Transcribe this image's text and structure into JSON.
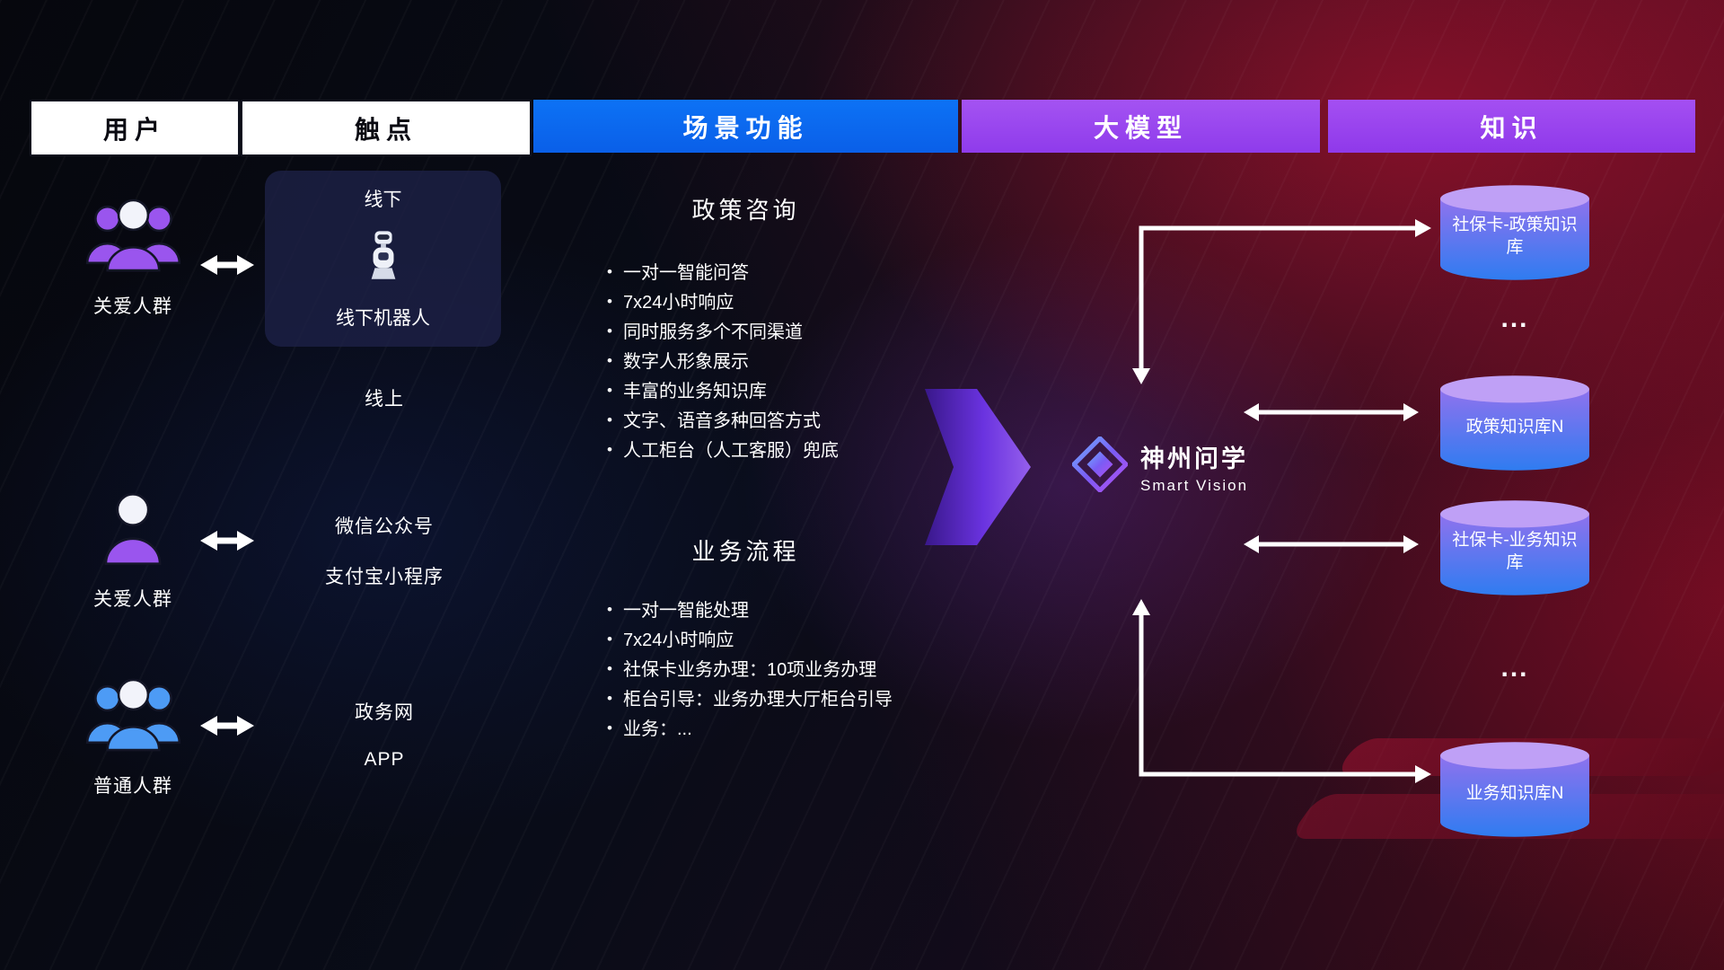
{
  "colors": {
    "scene_header": "#0b6cf4",
    "model_header": "#9d4cf0",
    "knowledge_header": "#9d4cf0",
    "cylinder_top": "#bfa0f6",
    "cylinder_body_top": "#8f72ee",
    "cylinder_body_bottom": "#2f7cf0",
    "arrow_purple": "#7a3ff0",
    "background_red": "#8f0f26"
  },
  "header": {
    "columns": [
      {
        "label": "用户"
      },
      {
        "label": "触点"
      },
      {
        "label": "场景功能"
      },
      {
        "label": "大模型"
      },
      {
        "label": "知识"
      }
    ]
  },
  "users": [
    {
      "label": "关爱人群"
    },
    {
      "label": "关爱人群"
    },
    {
      "label": "普通人群"
    }
  ],
  "touchpoints": {
    "offline": {
      "title": "线下",
      "caption": "线下机器人"
    },
    "online_label": "线上",
    "wechat": "微信公众号",
    "alipay": "支付宝小程序",
    "gov": "政务网",
    "app": "APP"
  },
  "scene": {
    "sections": [
      {
        "title": "政策咨询",
        "items": [
          "一对一智能问答",
          "7x24小时响应",
          "同时服务多个不同渠道",
          "数字人形象展示",
          "丰富的业务知识库",
          "文字、语音多种回答方式",
          "人工柜台（人工客服）兜底"
        ]
      },
      {
        "title": "业务流程",
        "items": [
          "一对一智能处理",
          "7x24小时响应",
          "社保卡业务办理：10项业务办理",
          "柜台引导：业务办理大厅柜台引导",
          "业务：..."
        ]
      }
    ]
  },
  "model": {
    "brand": "神州问学",
    "brand_sub": "Smart Vision"
  },
  "knowledge": {
    "items": [
      {
        "label": "社保卡-政策知识库"
      },
      {
        "label": "..."
      },
      {
        "label": "政策知识库N"
      },
      {
        "label": "社保卡-业务知识库"
      },
      {
        "label": "..."
      },
      {
        "label": "业务知识库N"
      }
    ]
  }
}
